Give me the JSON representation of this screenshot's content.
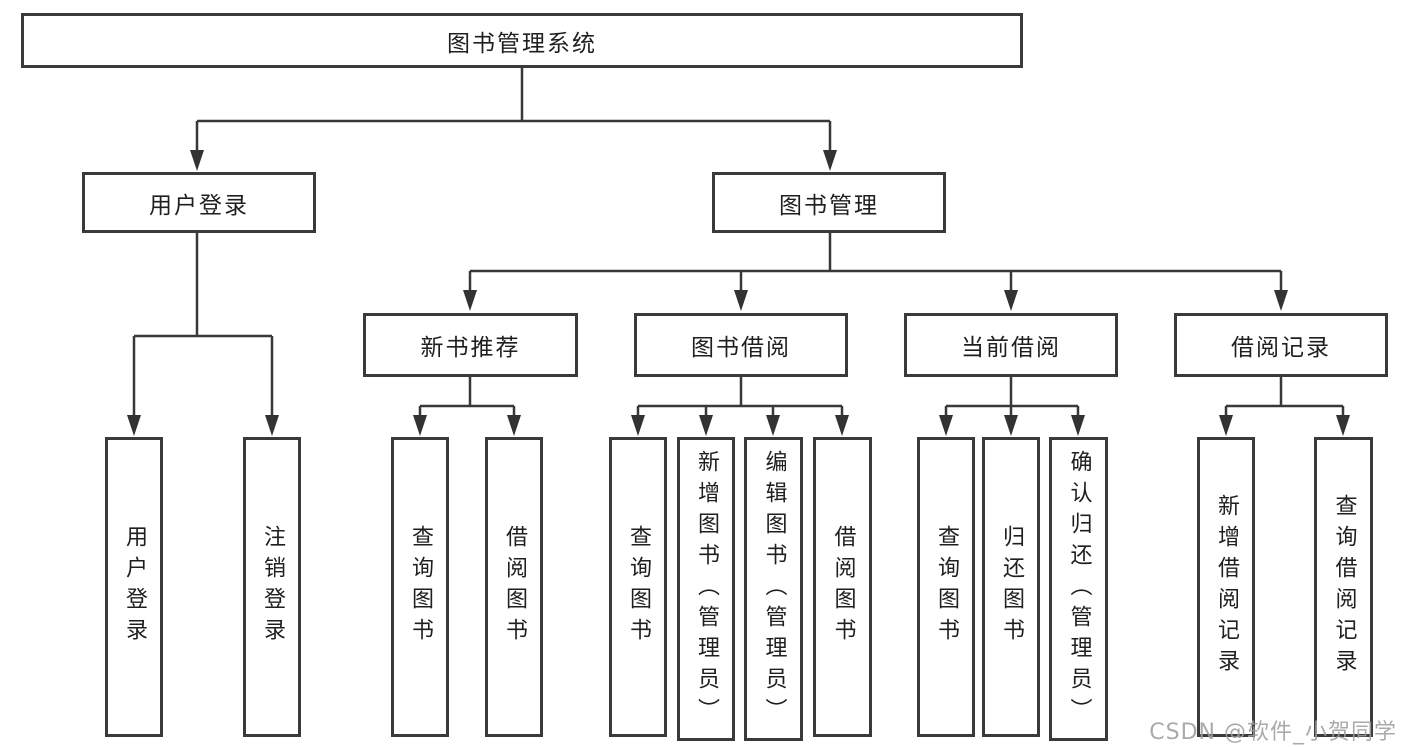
{
  "diagram": {
    "root": {
      "label": "图书管理系统"
    },
    "branches": [
      {
        "label": "用户登录",
        "children": [
          {
            "label": "用户登录"
          },
          {
            "label": "注销登录"
          }
        ]
      },
      {
        "label": "图书管理",
        "children": [
          {
            "label": "新书推荐",
            "children": [
              {
                "label": "查询图书"
              },
              {
                "label": "借阅图书"
              }
            ]
          },
          {
            "label": "图书借阅",
            "children": [
              {
                "label": "查询图书"
              },
              {
                "label": "新增图书（管理员）"
              },
              {
                "label": "编辑图书（管理员）"
              },
              {
                "label": "借阅图书"
              }
            ]
          },
          {
            "label": "当前借阅",
            "children": [
              {
                "label": "查询图书"
              },
              {
                "label": "归还图书"
              },
              {
                "label": "确认归还（管理员）"
              }
            ]
          },
          {
            "label": "借阅记录",
            "children": [
              {
                "label": "新增借阅记录"
              },
              {
                "label": "查询借阅记录"
              }
            ]
          }
        ]
      }
    ]
  },
  "watermark": {
    "text": "CSDN @软件_小贺同学"
  },
  "colors": {
    "box_border": "#3a3a3a",
    "connector_line": "#383838",
    "arrowhead": "#333333",
    "text": "#1f1f1f",
    "watermark": "#9e9e9e",
    "background": "#ffffff"
  }
}
